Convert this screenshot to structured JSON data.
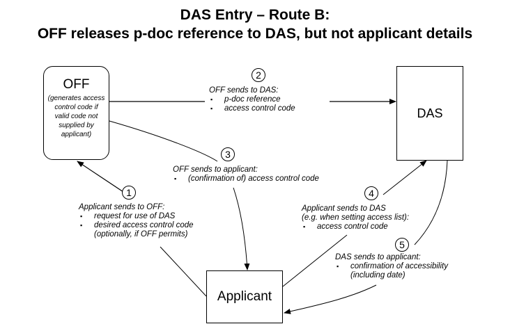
{
  "title": {
    "line1": "DAS Entry – Route B:",
    "line2": "OFF releases p-doc reference to DAS, but not applicant details"
  },
  "nodes": {
    "off": {
      "label": "OFF",
      "note": "(generates access control code if valid code not supplied by applicant)"
    },
    "das": {
      "label": "DAS"
    },
    "applicant": {
      "label": "Applicant"
    }
  },
  "steps": [
    {
      "number": "1",
      "heading": "Applicant sends to OFF:",
      "items": [
        "request for use of DAS",
        "desired access control code"
      ],
      "continuation": "(optionally, if OFF permits)"
    },
    {
      "number": "2",
      "heading": "OFF sends to DAS:",
      "items": [
        "p-doc reference",
        "access control code"
      ]
    },
    {
      "number": "3",
      "heading": "OFF sends to applicant:",
      "items": [
        "(confirmation of) access control code"
      ]
    },
    {
      "number": "4",
      "heading": "Applicant sends to DAS",
      "subheading": "(e.g. when setting access list):",
      "items": [
        "access control code"
      ]
    },
    {
      "number": "5",
      "heading": "DAS sends to applicant:",
      "items": [
        "confirmation of accessibility"
      ],
      "continuation": "(including date)"
    }
  ]
}
